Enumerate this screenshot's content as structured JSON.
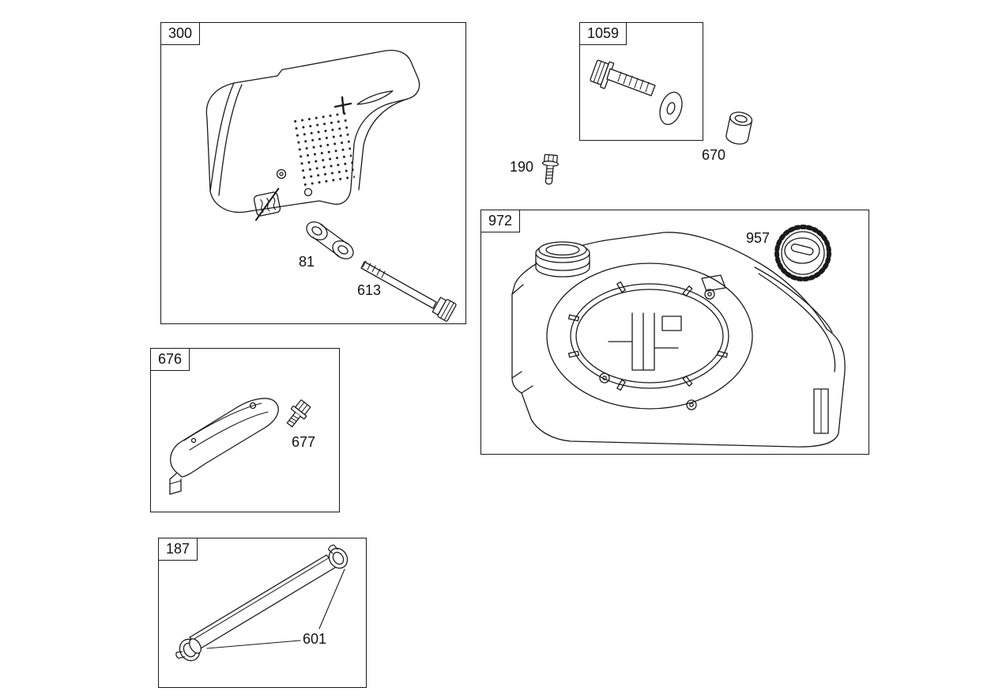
{
  "diagram": {
    "boxes": {
      "muffler": {
        "number": "300"
      },
      "screw_kit": {
        "number": "1059"
      },
      "housing": {
        "number": "972"
      },
      "guard": {
        "number": "676"
      },
      "fuel_line": {
        "number": "187"
      }
    },
    "callouts": {
      "gasket": {
        "number": "81"
      },
      "muffler_screw": {
        "number": "613"
      },
      "bushing": {
        "number": "670"
      },
      "small_bolt": {
        "number": "190"
      },
      "fuel_cap": {
        "number": "957"
      },
      "guard_screw": {
        "number": "677"
      },
      "hose_clamps": {
        "number": "601"
      }
    },
    "colors": {
      "line": "#1a1a1a",
      "background": "#ffffff"
    }
  }
}
